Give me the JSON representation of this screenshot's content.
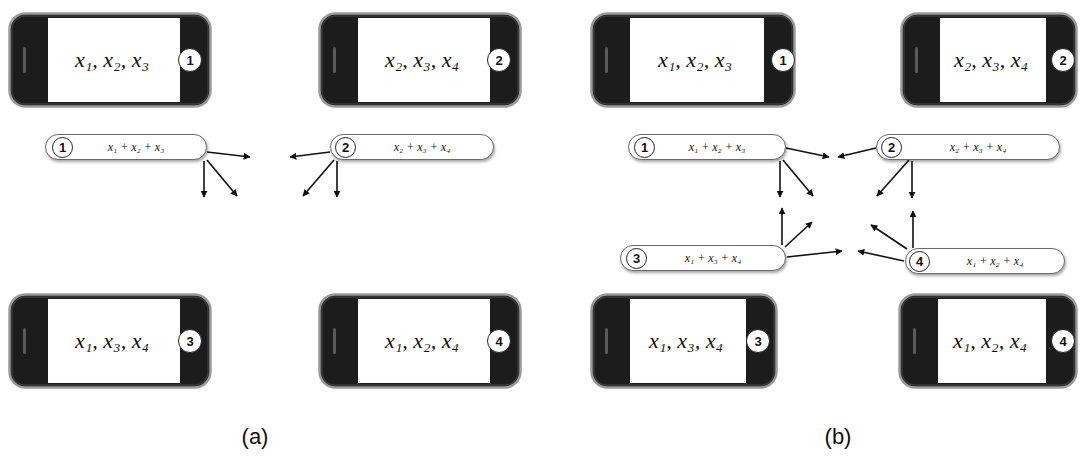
{
  "diagram": {
    "nodes": [
      {
        "text": [
          "x₁, x₂, x₃"
        ]
      },
      {
        "text": [
          "1"
        ],
        "in": 0
      },
      {
        "text": [
          "x₂, x₃, x₄"
        ]
      },
      {
        "text": [
          "2"
        ],
        "in": 2
      },
      {
        "text": [
          "x₁ + x₂ + x₃"
        ]
      },
      {
        "text": [
          "1"
        ],
        "in": 4
      },
      {
        "text": [
          "x₂ + x₃ + x₄"
        ]
      },
      {
        "text": [
          "2"
        ],
        "in": 6
      },
      {
        "text": [
          "x₁, x₃, x₄"
        ]
      },
      {
        "text": [
          "3"
        ],
        "in": 8
      },
      {
        "text": [
          "x₁, x₂, x₄"
        ]
      },
      {
        "text": [
          "4"
        ],
        "in": 10
      },
      {
        "text": [
          "x₁, x₂, x₃"
        ]
      },
      {
        "text": [
          "1"
        ],
        "in": 12
      },
      {
        "text": [
          "x₂, x₃, x₄"
        ]
      },
      {
        "text": [
          "2"
        ],
        "in": 14
      },
      {
        "text": [
          "x₁ + x₂ + x₃"
        ]
      },
      {
        "text": [
          "1"
        ],
        "in": 16
      },
      {
        "text": [
          "x₂ + x₃ + x₄"
        ]
      },
      {
        "text": [
          "2"
        ],
        "in": 18
      },
      {
        "text": [
          "x₁ + x₃ + x₄"
        ]
      },
      {
        "text": [
          "3"
        ],
        "in": 20
      },
      {
        "text": [
          "x₁ + x₂ + x₄"
        ]
      },
      {
        "text": [
          "4"
        ],
        "in": 22
      },
      {
        "text": [
          "x₁, x₃, x₄"
        ]
      },
      {
        "text": [
          "3"
        ],
        "in": 24
      },
      {
        "text": [
          "x₁, x₂, x₄"
        ]
      },
      {
        "text": [
          "4"
        ],
        "in": 26
      }
    ],
    "labels": [
      "(a)",
      "(b)"
    ]
  }
}
